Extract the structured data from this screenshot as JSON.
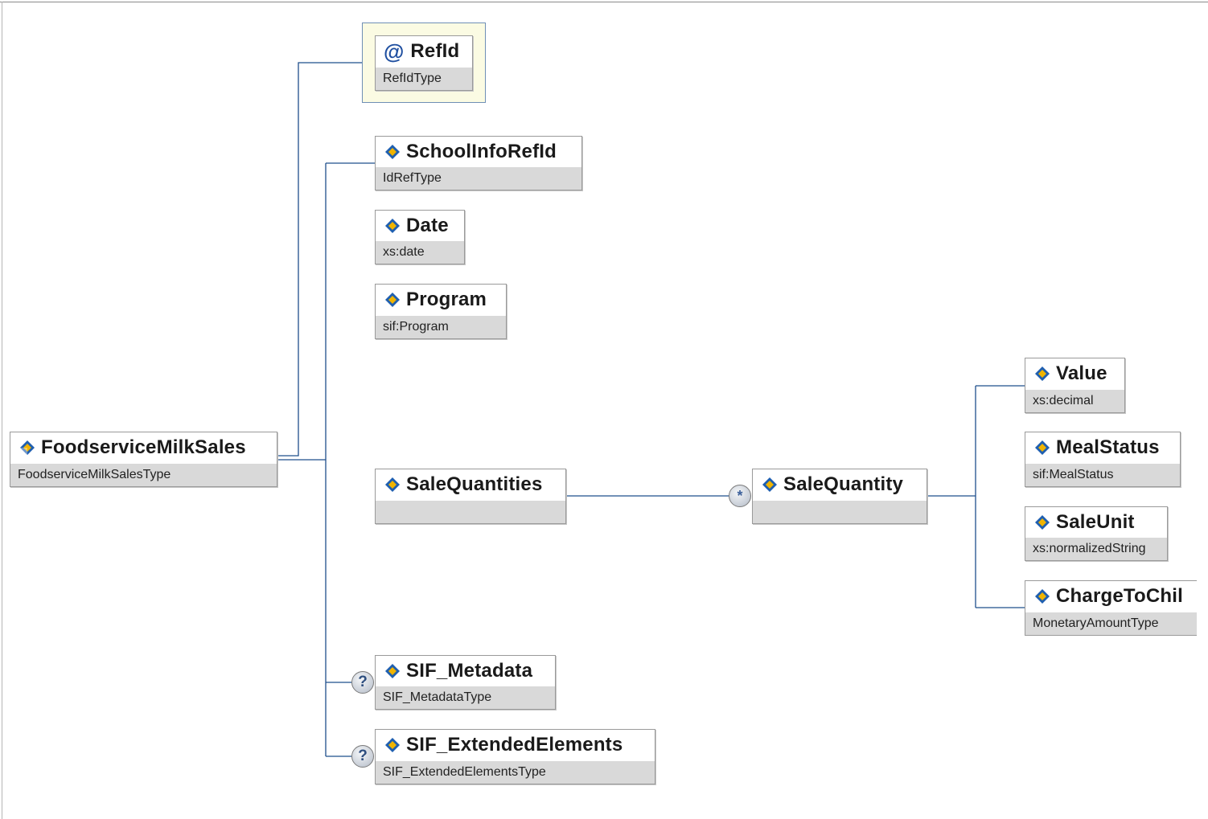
{
  "root": {
    "name": "FoodserviceMilkSales",
    "type": "FoodserviceMilkSalesType"
  },
  "attributes": [
    {
      "name": "RefId",
      "type": "RefIdType"
    }
  ],
  "children": [
    {
      "name": "SchoolInfoRefId",
      "type": "IdRefType"
    },
    {
      "name": "Date",
      "type": "xs:date"
    },
    {
      "name": "Program",
      "type": "sif:Program"
    },
    {
      "name": "SaleQuantities",
      "type": ""
    },
    {
      "name": "SIF_Metadata",
      "type": "SIF_MetadataType",
      "badge": "?"
    },
    {
      "name": "SIF_ExtendedElements",
      "type": "SIF_ExtendedElementsType",
      "badge": "?"
    }
  ],
  "sale_quantity": {
    "name": "SaleQuantity",
    "type": "",
    "badge": "*"
  },
  "sale_quantity_children": [
    {
      "name": "Value",
      "type": "xs:decimal"
    },
    {
      "name": "MealStatus",
      "type": "sif:MealStatus"
    },
    {
      "name": "SaleUnit",
      "type": "xs:normalizedString"
    },
    {
      "name": "ChargeToChil",
      "type": "MonetaryAmountType"
    }
  ],
  "colors": {
    "connector": "#1f4f8c",
    "type_band": "#d9d9d9",
    "attribute_background": "#fbfbe3",
    "icon_blue": "#1f5fb0",
    "icon_gold": "#f0b400"
  }
}
